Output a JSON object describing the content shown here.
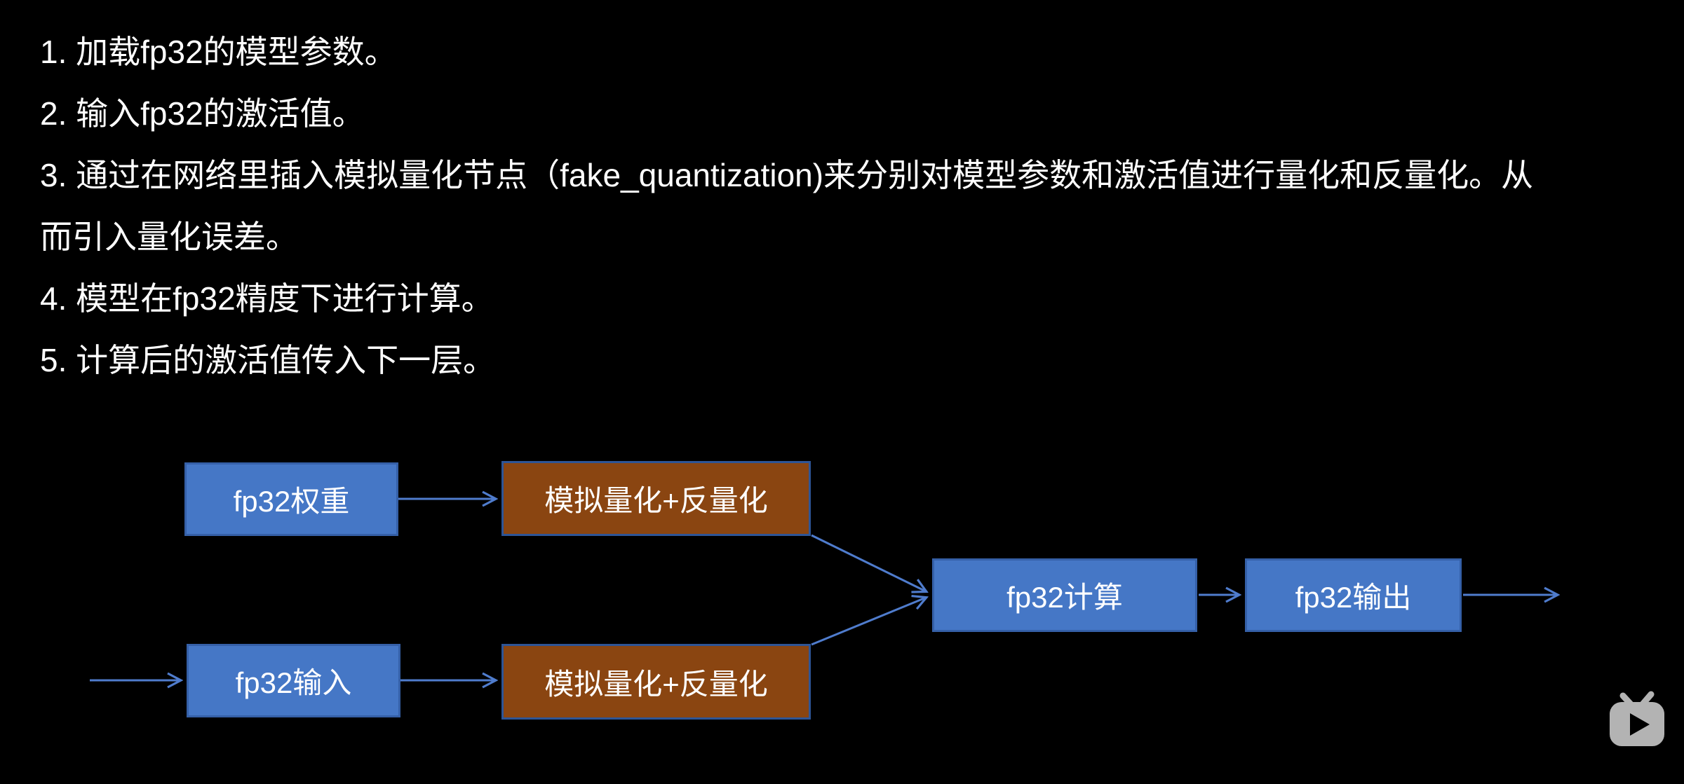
{
  "colors": {
    "bg": "#000000",
    "text": "#ffffff",
    "node_blue_fill": "#4577c6",
    "node_blue_border": "#3560a8",
    "node_brown_fill": "#8a4511",
    "node_brown_border": "#2e5596",
    "arrow": "#4f7ccd",
    "watermark": "#cccccc"
  },
  "notes": {
    "lines": [
      "1. 加载fp32的模型参数。",
      "2. 输入fp32的激活值。",
      "3. 通过在网络里插入模拟量化节点（fake_quantization)来分别对模型参数和激活值进行量化和反量化。从",
      "而引入量化误差。",
      "4. 模型在fp32精度下进行计算。",
      "5. 计算后的激活值传入下一层。"
    ]
  },
  "diagram": {
    "nodes": {
      "weights": {
        "label": "fp32权重"
      },
      "fq_weights": {
        "label": "模拟量化+反量化"
      },
      "input": {
        "label": "fp32输入"
      },
      "fq_input": {
        "label": "模拟量化+反量化"
      },
      "compute": {
        "label": "fp32计算"
      },
      "output": {
        "label": "fp32输出"
      }
    }
  },
  "watermark": {
    "icon": "bilibili-tv-icon"
  }
}
